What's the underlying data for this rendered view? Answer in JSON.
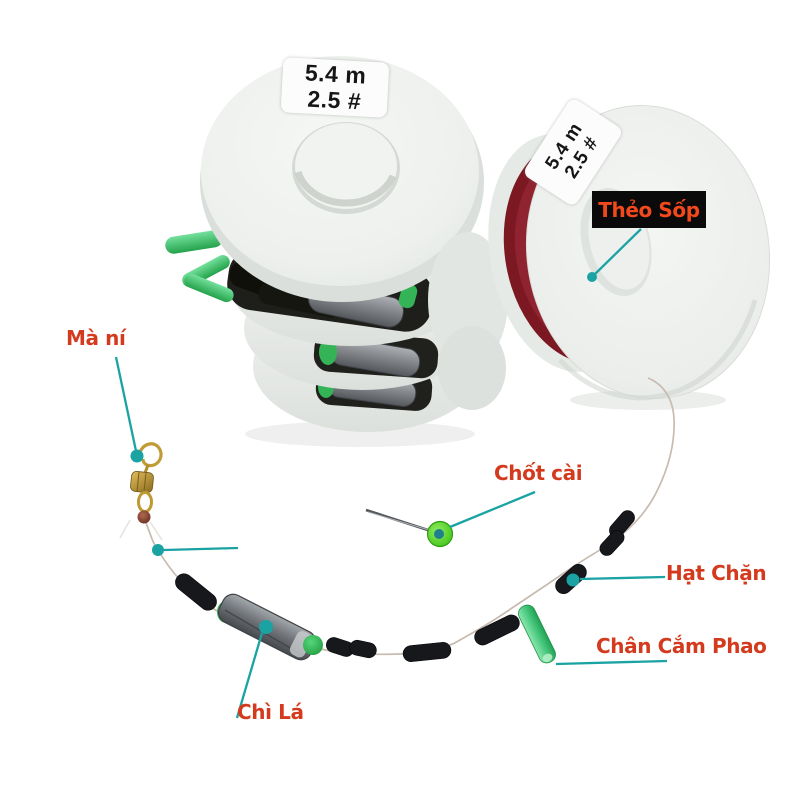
{
  "image": {
    "description": "annotated product photo of pre-rigged fishing line foam spools with labelled rig parts",
    "background": "#ffffff"
  },
  "stickers": {
    "front_spool": {
      "line1": "5.4 m",
      "line2": "2.5 #"
    },
    "side_spool": {
      "line1": "5.4 m",
      "line2": "2.5 #"
    }
  },
  "labels": {
    "theo_sop": "Thẻo Sốp",
    "ma_ni": "Mà ní",
    "chot_cai": "Chốt cài",
    "hat_chan": "Hạt Chặn",
    "chan_cam_phao": "Chân Cắm Phao",
    "chi_la": "Chì Lá"
  },
  "colors": {
    "annotation_teal": "#1ba2a3",
    "label_red": "#d43b1e",
    "theo_sop_text": "#f1481c",
    "theo_sop_bg": "#0a0a0a",
    "spool_foam": "#ecefec",
    "wound_line_red": "#7c1822",
    "keeper_green": "#3dbf72",
    "pin_green": "#52d32a",
    "tube_green": "#46c77c",
    "sinker_grey": "#73777b",
    "stopper_black": "#17181c",
    "swivel_brass": "#c9a43b"
  }
}
